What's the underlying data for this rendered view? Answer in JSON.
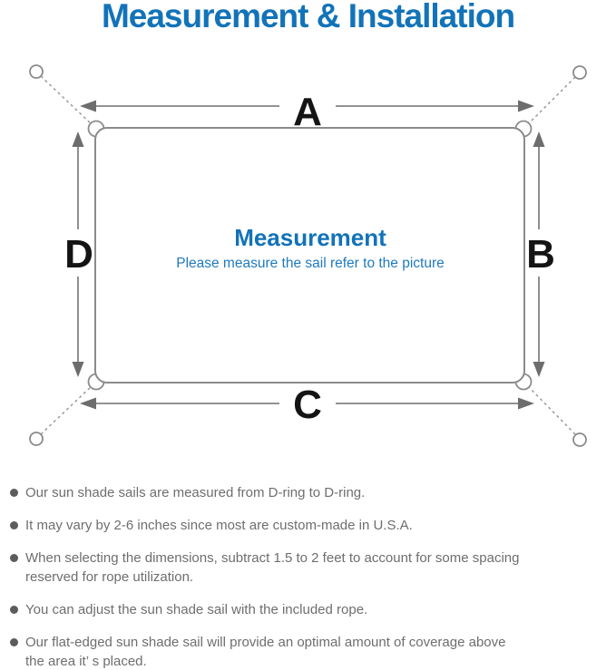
{
  "title": "Measurement & Installation",
  "colors": {
    "accent_blue": "#1273b8",
    "subtitle_blue": "#1f7ac0",
    "diagram_line_gray": "#8b8b8b",
    "arrow_gray": "#6d6d6d",
    "label_black": "#141414",
    "note_text_gray": "#6e6e6e"
  },
  "diagram": {
    "center_heading": "Measurement",
    "center_subtitle": "Please measure the sail refer to the picture",
    "side_labels": {
      "top": "A",
      "right": "B",
      "bottom": "C",
      "left": "D"
    }
  },
  "notes": [
    "Our sun shade sails are measured from D-ring to D-ring.",
    "It may vary by 2-6 inches since most are custom-made in U.S.A.",
    "When selecting the dimensions, subtract 1.5 to 2 feet to account for some spacing\nreserved for rope utilization.",
    "You can adjust the sun shade sail with the included rope.",
    "Our flat-edged sun shade sail will provide an optimal amount of coverage above\nthe area it’ s placed."
  ]
}
